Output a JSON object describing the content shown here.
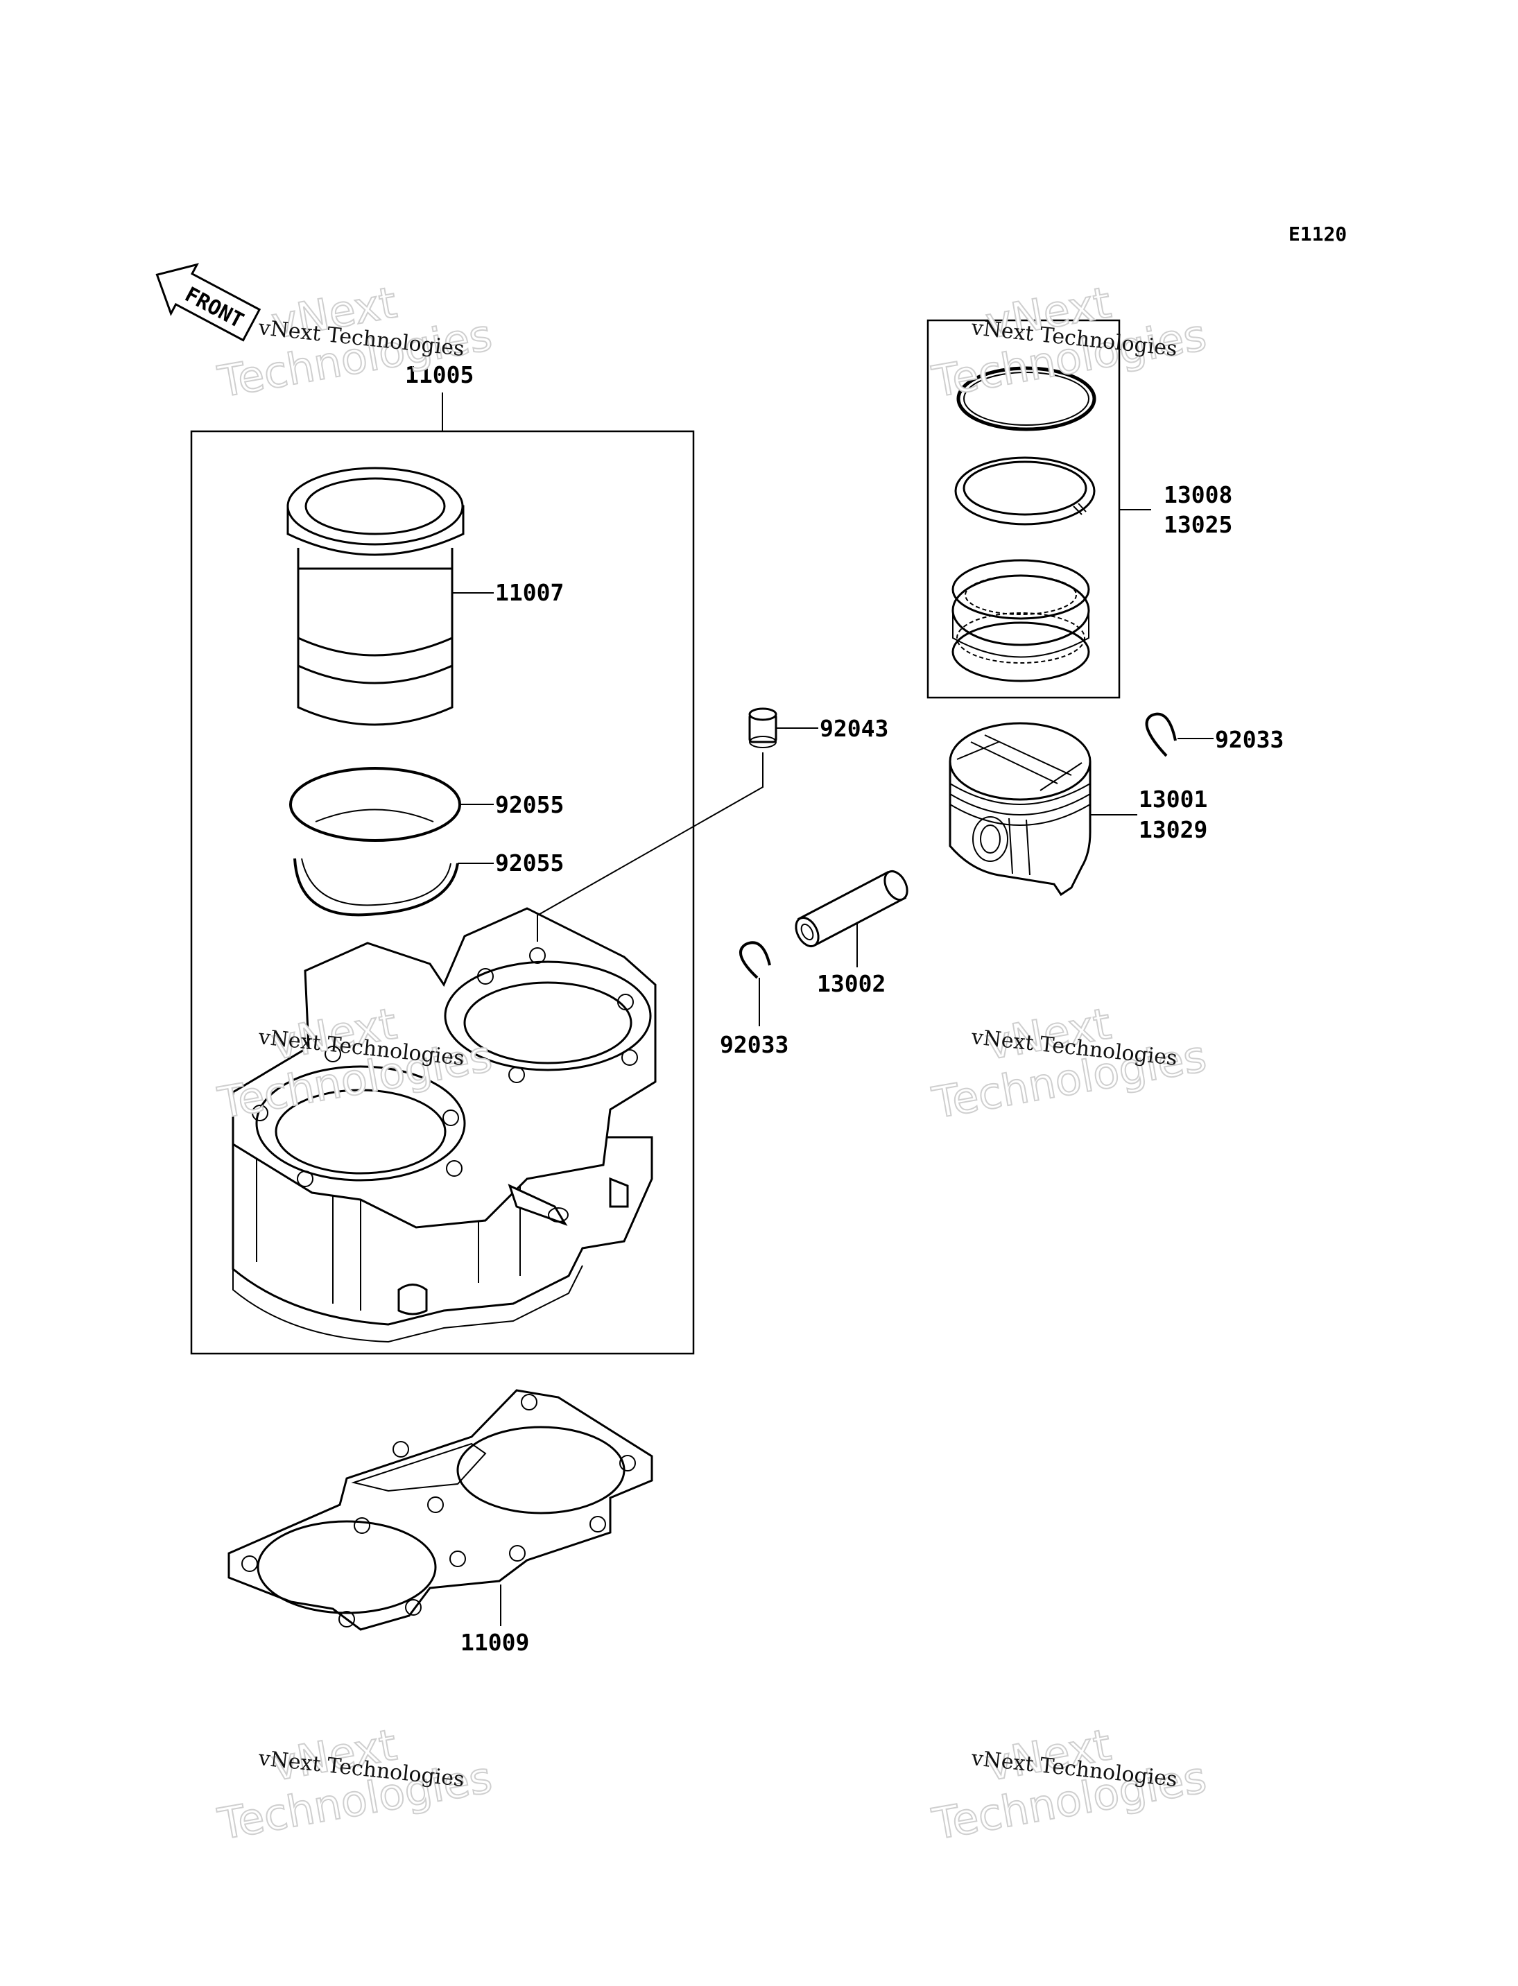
{
  "diagram": {
    "ref_code": "E1120",
    "front_label": "FRONT",
    "watermark_top": "vNext",
    "watermark_bottom": "Technologies",
    "watermark_caption": "vNext Technologies",
    "parts": {
      "cylinder_assy": "11005",
      "cylinder_liner": "11007",
      "o_ring_upper": "92055",
      "o_ring_lower": "92055",
      "dowel_pin": "92043",
      "ring_set_a": "13008",
      "ring_set_b": "13025",
      "snap_ring_right": "92033",
      "piston_a": "13001",
      "piston_b": "13029",
      "piston_pin": "13002",
      "snap_ring_left": "92033",
      "head_gasket": "11009"
    }
  }
}
